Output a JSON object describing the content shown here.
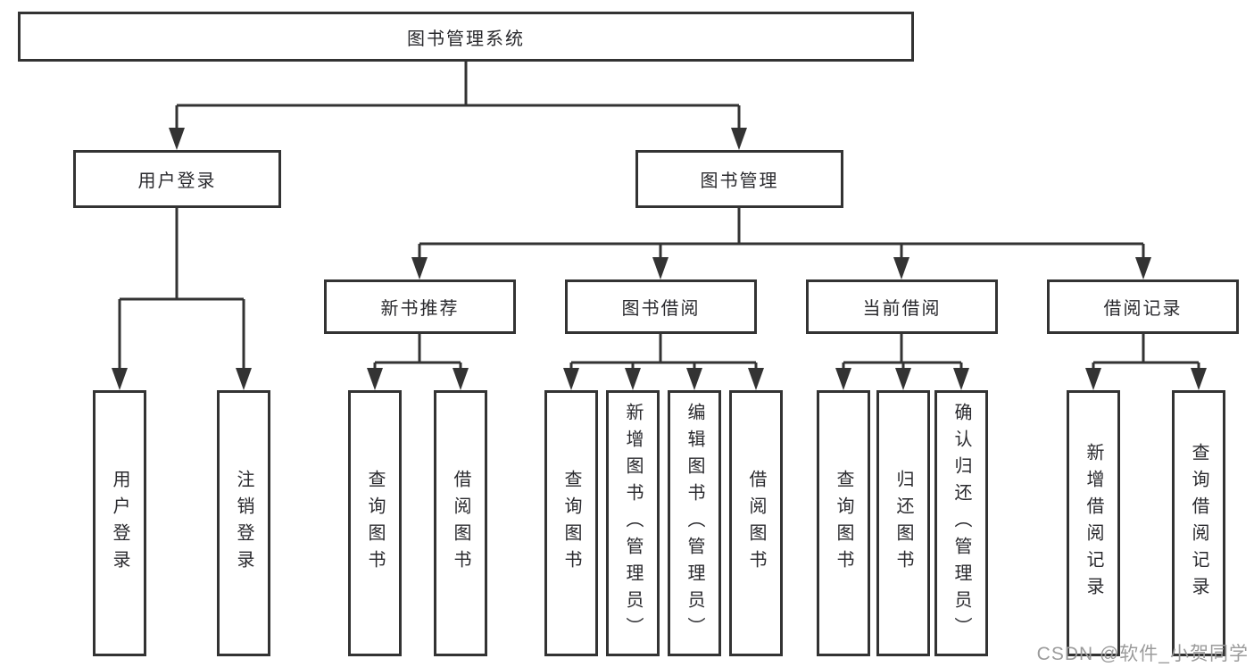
{
  "root": {
    "label": "图书管理系统"
  },
  "user_login": {
    "label": "用户登录",
    "leaves": [
      "用户登录",
      "注销登录"
    ]
  },
  "book_mgmt": {
    "label": "图书管理",
    "sections": [
      {
        "label": "新书推荐",
        "leaves": [
          "查询图书",
          "借阅图书"
        ]
      },
      {
        "label": "图书借阅",
        "leaves": [
          "查询图书",
          "新增图书（管理员）",
          "编辑图书（管理员）",
          "借阅图书"
        ]
      },
      {
        "label": "当前借阅",
        "leaves": [
          "查询图书",
          "归还图书",
          "确认归还（管理员）"
        ]
      },
      {
        "label": "借阅记录",
        "leaves": [
          "新增借阅记录",
          "查询借阅记录"
        ]
      }
    ]
  },
  "watermark": "CSDN @软件_小贺同学",
  "colors": {
    "line": "#333333",
    "border": "#333333",
    "text": "#2a2a2e",
    "watermark_text": "#9b9b9b",
    "background": "#ffffff"
  }
}
